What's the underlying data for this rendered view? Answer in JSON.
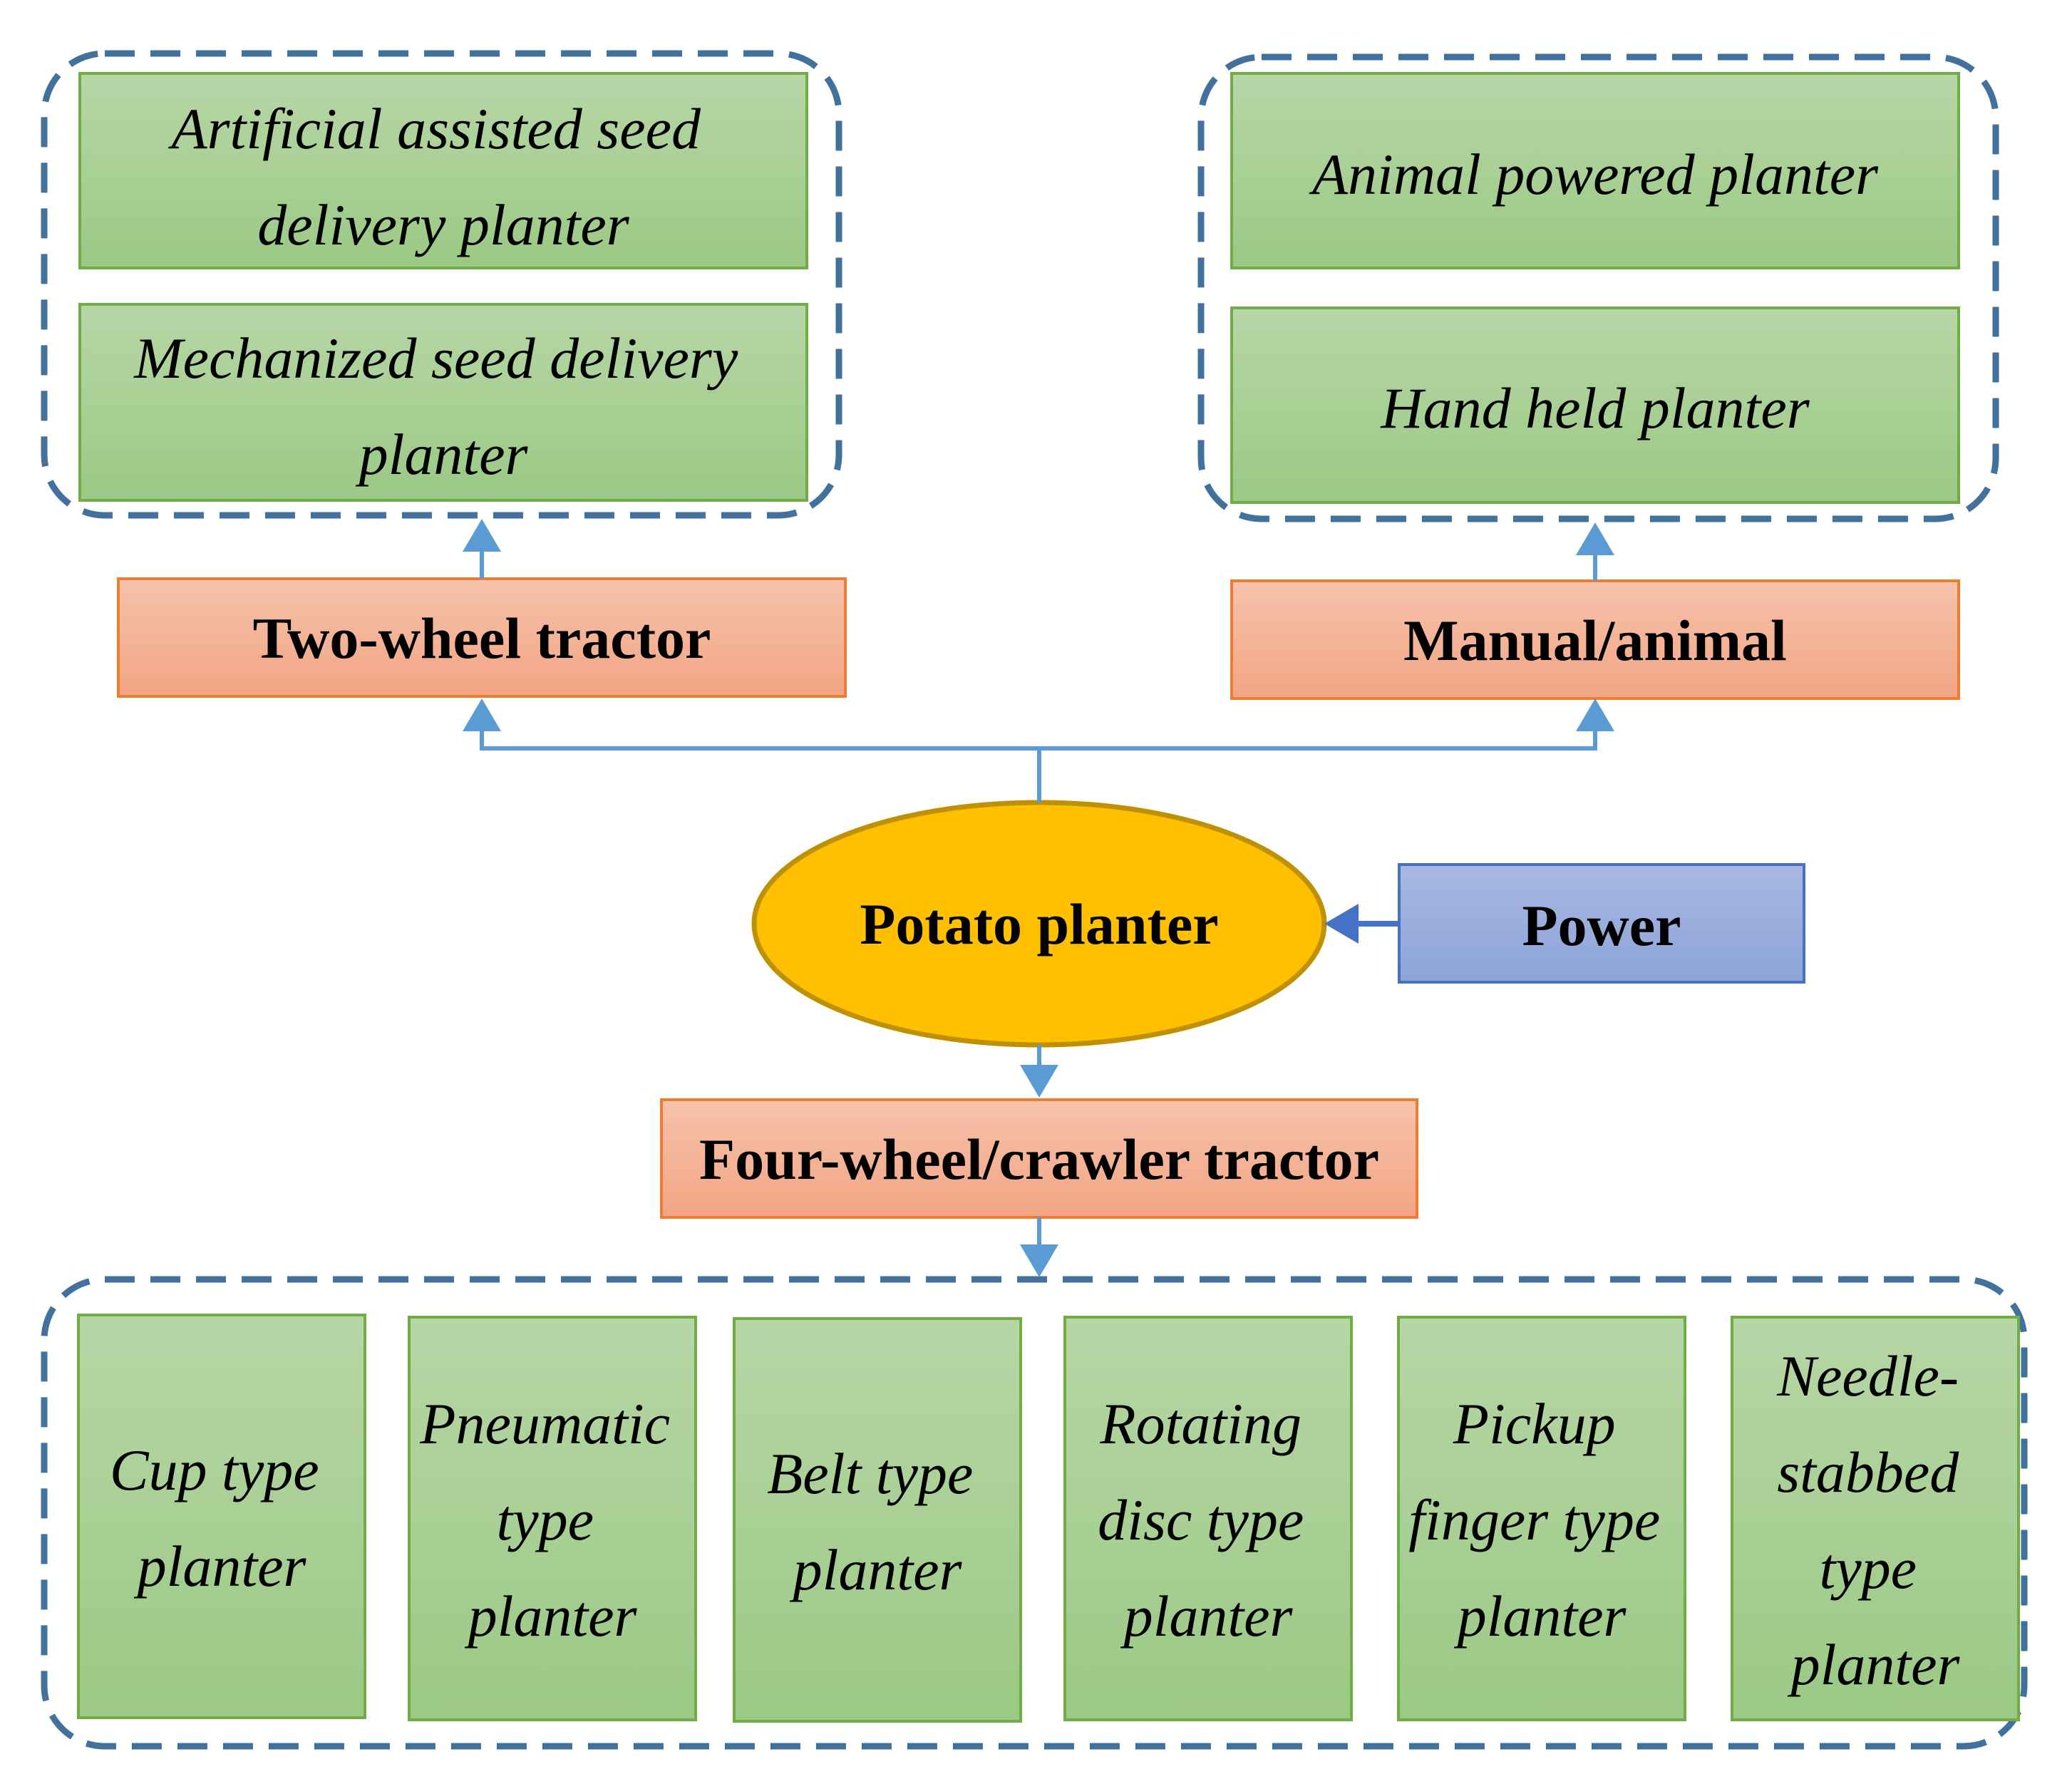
{
  "center": {
    "label": "Potato planter"
  },
  "power": {
    "label": "Power"
  },
  "categories": {
    "two_wheel": {
      "label": "Two-wheel tractor",
      "planters": [
        {
          "lines": [
            "Artificial assisted seed",
            "delivery planter"
          ]
        },
        {
          "lines": [
            "Mechanized seed delivery",
            "planter"
          ]
        }
      ]
    },
    "manual": {
      "label": "Manual/animal",
      "planters": [
        {
          "lines": [
            "Animal powered planter"
          ]
        },
        {
          "lines": [
            "Hand held planter"
          ]
        }
      ]
    },
    "four_wheel": {
      "label": "Four-wheel/crawler tractor",
      "planters": [
        {
          "lines": [
            "Cup type",
            "planter"
          ]
        },
        {
          "lines": [
            "Pneumatic",
            "type",
            "planter"
          ]
        },
        {
          "lines": [
            "Belt type",
            "planter"
          ]
        },
        {
          "lines": [
            "Rotating",
            "disc type",
            "planter"
          ]
        },
        {
          "lines": [
            "Pickup",
            "finger type",
            "planter"
          ]
        },
        {
          "lines": [
            "Needle-",
            "stabbed",
            "type",
            "planter"
          ]
        }
      ]
    }
  },
  "colors": {
    "leaf_fill_top": "#b7d6a6",
    "leaf_fill_bottom": "#9bc985",
    "leaf_stroke": "#70ad47",
    "category_fill_top": "#f6c2ac",
    "category_fill_bottom": "#f2a583",
    "category_stroke": "#ed7d31",
    "center_fill": "#ffc000",
    "center_stroke": "#bf9000",
    "power_fill_top": "#a8b8e2",
    "power_fill_bottom": "#8da3d8",
    "power_stroke": "#4472c4",
    "group_dash": "#41719c",
    "connector": "#5b9bd5",
    "power_arrow": "#4472c4"
  }
}
